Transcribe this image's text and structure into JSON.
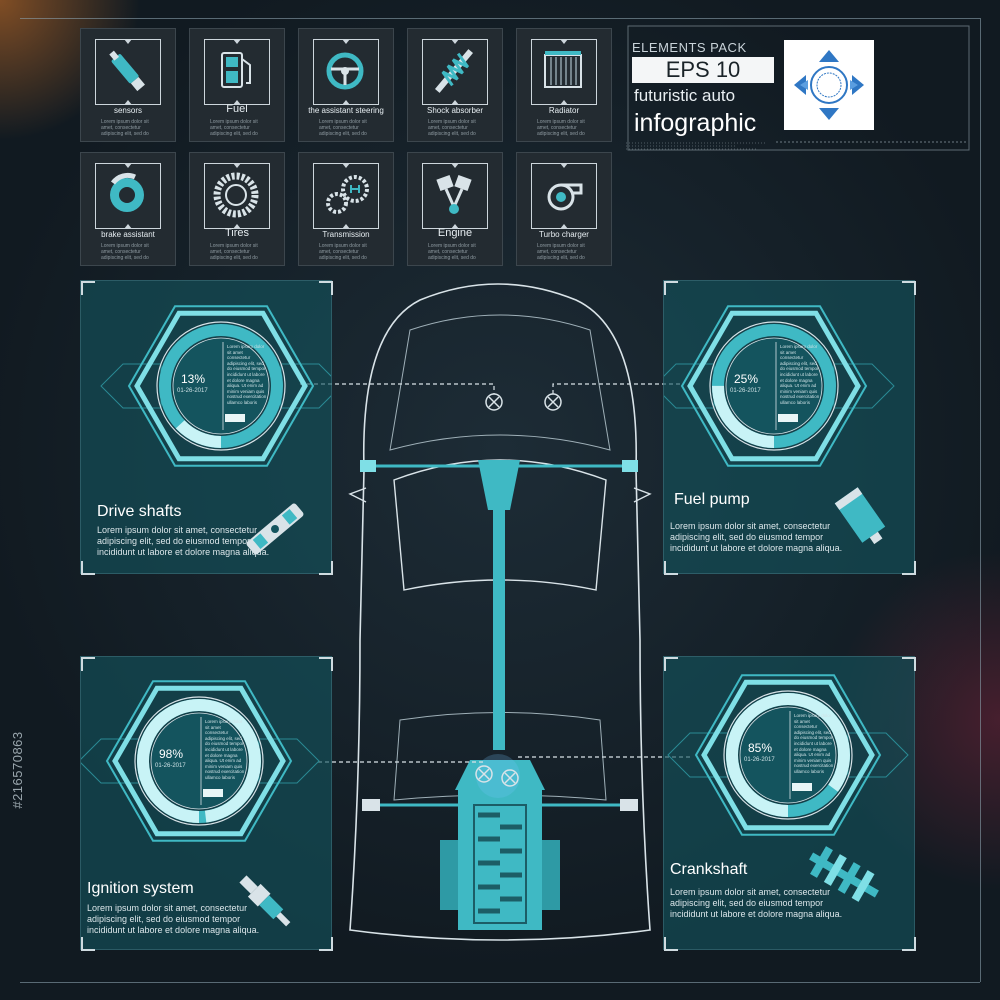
{
  "tiles": [
    {
      "label": "sensors",
      "big": false,
      "icon": "sensor-icon",
      "text": "Lorem ipsum dolor sit amet, consectetur adipiscing elit, sed do eiusmod tempor"
    },
    {
      "label": "Fuel",
      "big": true,
      "icon": "fuel-pump-icon",
      "text": "Lorem ipsum dolor sit amet, consectetur adipiscing elit, sed do eiusmod tempor"
    },
    {
      "label": "the assistant steering",
      "big": false,
      "icon": "steering-wheel-icon",
      "text": "Lorem ipsum dolor sit amet, consectetur adipiscing elit, sed do eiusmod tempor"
    },
    {
      "label": "Shock absorber",
      "big": false,
      "icon": "shock-absorber-icon",
      "text": "Lorem ipsum dolor sit amet, consectetur adipiscing elit, sed do eiusmod tempor"
    },
    {
      "label": "Radiator",
      "big": false,
      "icon": "radiator-icon",
      "text": "Lorem ipsum dolor sit amet, consectetur adipiscing elit, sed do eiusmod tempor"
    },
    {
      "label": "brake assistant",
      "big": false,
      "icon": "brake-disc-icon",
      "text": "Lorem ipsum dolor sit amet, consectetur adipiscing elit, sed do eiusmod tempor"
    },
    {
      "label": "Tires",
      "big": true,
      "icon": "tire-icon",
      "text": "Lorem ipsum dolor sit amet, consectetur adipiscing elit, sed do eiusmod tempor"
    },
    {
      "label": "Transmission",
      "big": false,
      "icon": "gears-icon",
      "text": "Lorem ipsum dolor sit amet, consectetur adipiscing elit, sed do eiusmod tempor"
    },
    {
      "label": "Engine",
      "big": true,
      "icon": "piston-icon",
      "text": "Lorem ipsum dolor sit amet, consectetur adipiscing elit, sed do eiusmod tempor"
    },
    {
      "label": "Turbo charger",
      "big": false,
      "icon": "turbo-icon",
      "text": "Lorem ipsum dolor sit amet, consectetur adipiscing elit, sed do eiusmod tempor"
    }
  ],
  "header": {
    "pack": "ELEMENTS PACK",
    "eps": "EPS  10",
    "subtitle": "futuristic auto",
    "title": "infographic",
    "logo_icon": "compass-logo-icon"
  },
  "panels": [
    {
      "id": "drive-shafts",
      "title": "Drive shafts",
      "percent": "13%",
      "progress": 0.13,
      "date": "01-26-2017",
      "body": "Lorem ipsum dolor sit amet, consectetur adipiscing elit, sed do eiusmod tempor incididunt ut labore et dolore magna aliqua.",
      "mini": "Lorem ipsum dolor sit amet consectetur adipiscing elit, sed do eiusmod tempor incididunt ut labore et dolore magna aliqua. Ut enim ad minim veniam quis nostrud exercitation ullamco laboris",
      "icon": "drive-shaft-icon"
    },
    {
      "id": "fuel-pump",
      "title": "Fuel pump",
      "percent": "25%",
      "progress": 0.25,
      "date": "01-26-2017",
      "body": "Lorem ipsum dolor sit amet, consectetur adipiscing elit, sed do eiusmod tempor incididunt ut labore et dolore magna aliqua.",
      "mini": "Lorem ipsum dolor sit amet consectetur adipiscing elit, sed do eiusmod tempor incididunt ut labore et dolore magna aliqua. Ut enim ad minim veniam quis nostrud exercitation ullamco laboris",
      "icon": "fuel-filter-icon"
    },
    {
      "id": "ignition",
      "title": "Ignition system",
      "percent": "98%",
      "progress": 0.98,
      "date": "01-26-2017",
      "body": "Lorem ipsum dolor sit amet, consectetur adipiscing elit, sed do eiusmod tempor incididunt ut labore et dolore magna aliqua.",
      "mini": "Lorem ipsum dolor sit amet consectetur adipiscing elit, sed do eiusmod tempor incididunt ut labore et dolore magna aliqua. Ut enim ad minim veniam quis nostrud exercitation ullamco laboris",
      "icon": "spark-plug-icon"
    },
    {
      "id": "crankshaft",
      "title": "Crankshaft",
      "percent": "85%",
      "progress": 0.85,
      "date": "01-26-2017",
      "body": "Lorem ipsum dolor sit amet, consectetur adipiscing elit, sed do eiusmod tempor incididunt ut labore et dolore magna aliqua.",
      "mini": "Lorem ipsum dolor sit amet consectetur adipiscing elit, sed do eiusmod tempor incididunt ut labore et dolore magna aliqua. Ut enim ad minim veniam quis nostrud exercitation ullamco laboris",
      "icon": "crankshaft-icon"
    }
  ],
  "watermark": "#216570863",
  "colors": {
    "accent": "#3fb9c4",
    "accent_light": "#7fdfe6",
    "panel": "#14545e",
    "tile": "#232b31",
    "line": "#d9e3e8"
  }
}
